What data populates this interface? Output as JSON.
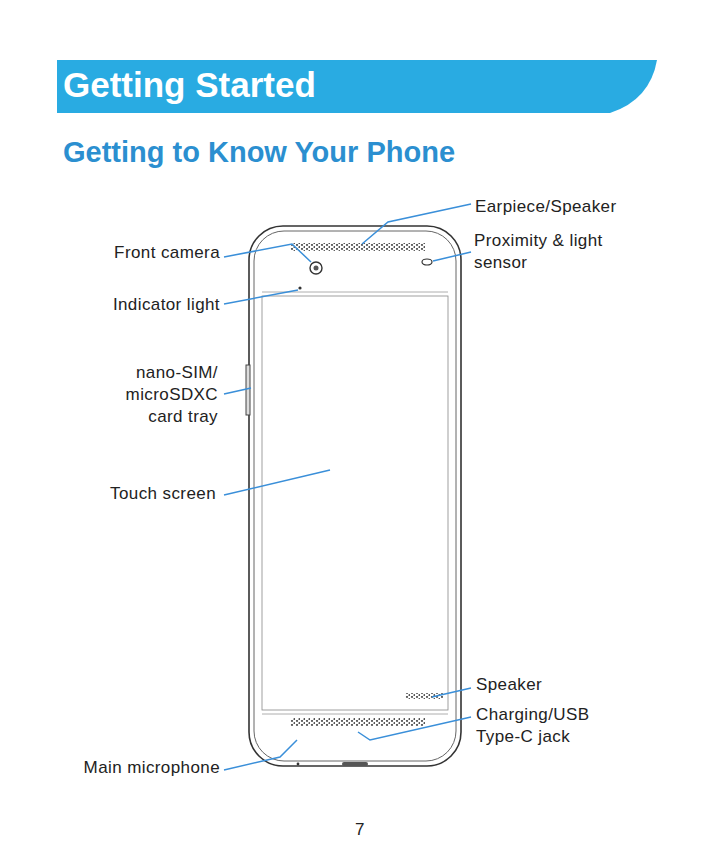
{
  "diagram": {
    "title": "Getting Started",
    "labels": [
      "Getting to Know Your Phone",
      "Earpiece/Speaker",
      "Front camera",
      "Proximity & light sensor",
      "Indicator light",
      "nano-SIM/ microSDXC card tray",
      "Touch screen",
      "Speaker",
      "Charging/USB Type-C jack",
      "Main microphone",
      "7"
    ]
  }
}
